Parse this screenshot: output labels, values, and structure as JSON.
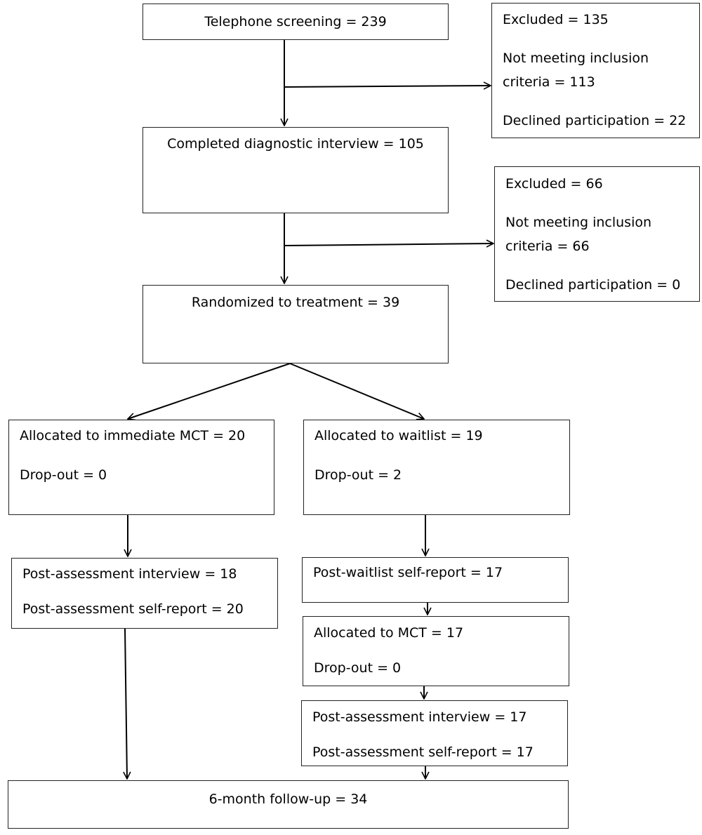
{
  "telephone_screening": "Telephone screening = 239",
  "excluded_1": {
    "total": "Excluded = 135",
    "not_meeting_l1": "Not meeting inclusion",
    "not_meeting_l2": "criteria = 113",
    "declined": "Declined participation = 22"
  },
  "diagnostic_interview": "Completed diagnostic interview = 105",
  "excluded_2": {
    "total": "Excluded = 66",
    "not_meeting_l1": "Not meeting inclusion",
    "not_meeting_l2": "criteria = 66",
    "declined": "Declined participation = 0"
  },
  "randomized": "Randomized to treatment = 39",
  "immediate_arm": {
    "allocated": "Allocated to immediate MCT = 20",
    "dropout": "Drop-out = 0",
    "post_interview": "Post-assessment interview = 18",
    "post_selfreport": "Post-assessment self-report = 20"
  },
  "waitlist_arm": {
    "allocated": "Allocated to waitlist = 19",
    "dropout": "Drop-out = 2",
    "post_waitlist_selfreport": "Post-waitlist self-report = 17",
    "allocated_mct": "Allocated to MCT = 17",
    "mct_dropout": "Drop-out = 0",
    "post_interview": "Post-assessment interview = 17",
    "post_selfreport": "Post-assessment self-report = 17"
  },
  "follow_up": "6-month follow-up = 34"
}
